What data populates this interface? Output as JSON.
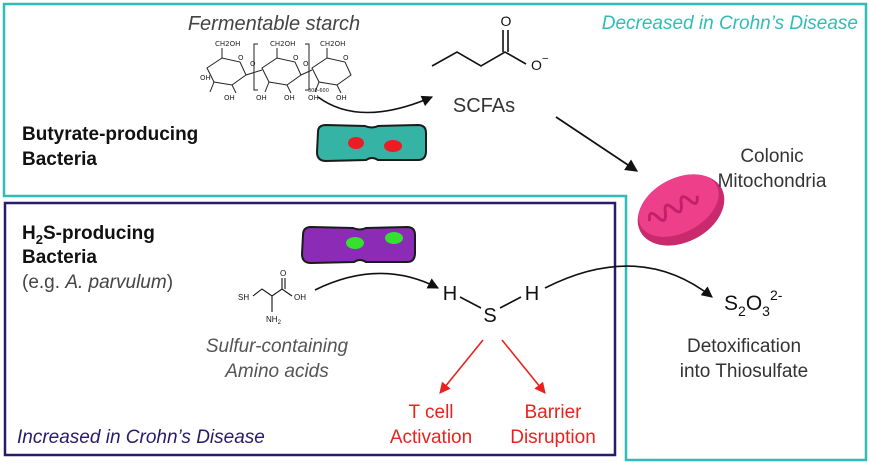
{
  "regions": {
    "decreased_label": "Decreased in Crohn’s Disease",
    "increased_label": "Increased in Crohn’s Disease"
  },
  "starch": {
    "label": "Fermentable starch",
    "ring_atom_labels": [
      "CH2OH",
      "O",
      "OH",
      "OH",
      "O",
      "CH2OH",
      "O",
      "OH",
      "OH",
      "O",
      "CH2OH",
      "O",
      "OH",
      "OH"
    ],
    "repeat_subscript": "300-600"
  },
  "butyrate": {
    "line1": "Butyrate-producing",
    "line2": "Bacteria",
    "carbonyl_o": "O",
    "charge": "−",
    "product": "SCFAs"
  },
  "mitochondria": {
    "line1": "Colonic",
    "line2": "Mitochondria"
  },
  "h2s_bacteria": {
    "line1_prefix": "H",
    "line1_sub": "2",
    "line1_rest": "S-producing",
    "line2": "Bacteria",
    "example_prefix": "(e.g. ",
    "example_species": "A. parvulum",
    "example_suffix": ")"
  },
  "cysteine": {
    "sh": "SH",
    "oh": "OH",
    "o": "O",
    "nh2": "NH",
    "nh2_sub": "2",
    "line1": "Sulfur-containing",
    "line2": "Amino acids"
  },
  "h2s_molecule": {
    "h_left": "H",
    "s": "S",
    "h_right": "H"
  },
  "thiosulfate": {
    "s": "S",
    "s_sub": "2",
    "o": "O",
    "o_sub": "3",
    "charge": "2-",
    "line1": "Detoxification",
    "line2": "into Thiosulfate"
  },
  "effects": {
    "left_line1": "T cell",
    "left_line2": "Activation",
    "right_line1": "Barrier",
    "right_line2": "Disruption"
  },
  "colors": {
    "teal": "#2fbdb6",
    "navy": "#2a1a6e",
    "red": "#e8231f",
    "mito_pink": "#ee3f8a",
    "bacteria_teal": "#35b3a5",
    "bacteria_purple": "#8c2bb5",
    "nucleoid_red": "#ea1c24",
    "nucleoid_green": "#35e02f"
  }
}
